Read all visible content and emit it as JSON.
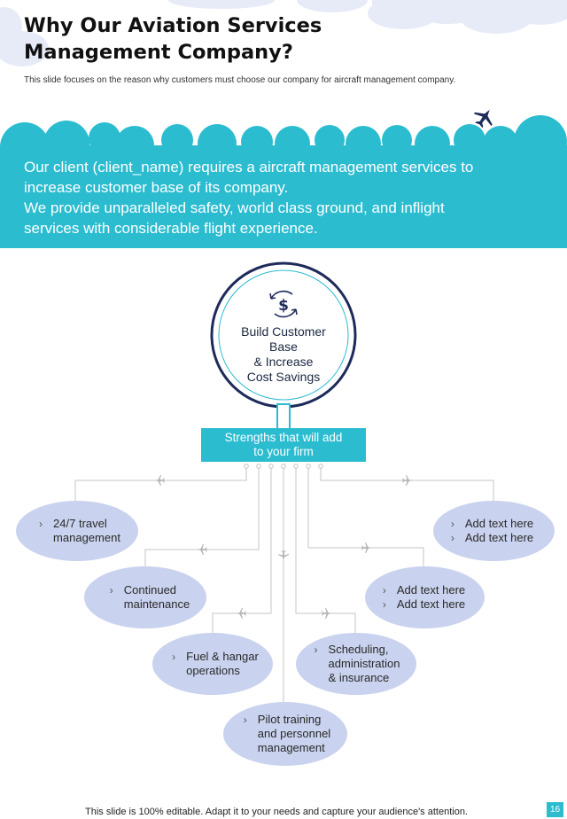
{
  "header": {
    "title_line1": "Why Our Aviation Services",
    "title_line2": "Management Company?",
    "subtitle": "This slide focuses on the reason why customers must choose our company for aircraft management company."
  },
  "band": {
    "lines": [
      "Our client (client_name) requires a aircraft management  services to",
      "increase customer base of its company.",
      "We provide unparalleled  safety, world class ground,  and inflight",
      "services with considerable flight experience."
    ],
    "icon": "airplane-icon"
  },
  "center": {
    "icon": "dollar-cycle-icon",
    "lines": [
      "Build Customer",
      "Base",
      "& Increase",
      "Cost Savings"
    ]
  },
  "strengths": {
    "line1": "Strengths that will add",
    "line2": "to your firm"
  },
  "left_items": [
    {
      "lines": [
        "24/7 travel",
        "management"
      ]
    },
    {
      "lines": [
        "Continued",
        "maintenance"
      ]
    },
    {
      "lines": [
        "Fuel & hangar",
        "operations"
      ]
    }
  ],
  "right_items": [
    {
      "bullets": [
        "Add text here",
        "Add text here"
      ]
    },
    {
      "bullets": [
        "Add text here",
        "Add text here"
      ]
    },
    {
      "lines": [
        "Scheduling,",
        "administration",
        "& insurance"
      ]
    }
  ],
  "bottom_item": {
    "lines": [
      "Pilot training",
      "and personnel",
      "management"
    ]
  },
  "bullet_marker": "›",
  "footer": {
    "text": "This slide is 100% editable. Adapt it to your needs and capture your audience's attention.",
    "page_number": "16"
  },
  "colors": {
    "accent": "#2bbcd0",
    "navy": "#1e2a5a",
    "oval": "#c9d2ee",
    "connector": "#c6c6c6"
  }
}
